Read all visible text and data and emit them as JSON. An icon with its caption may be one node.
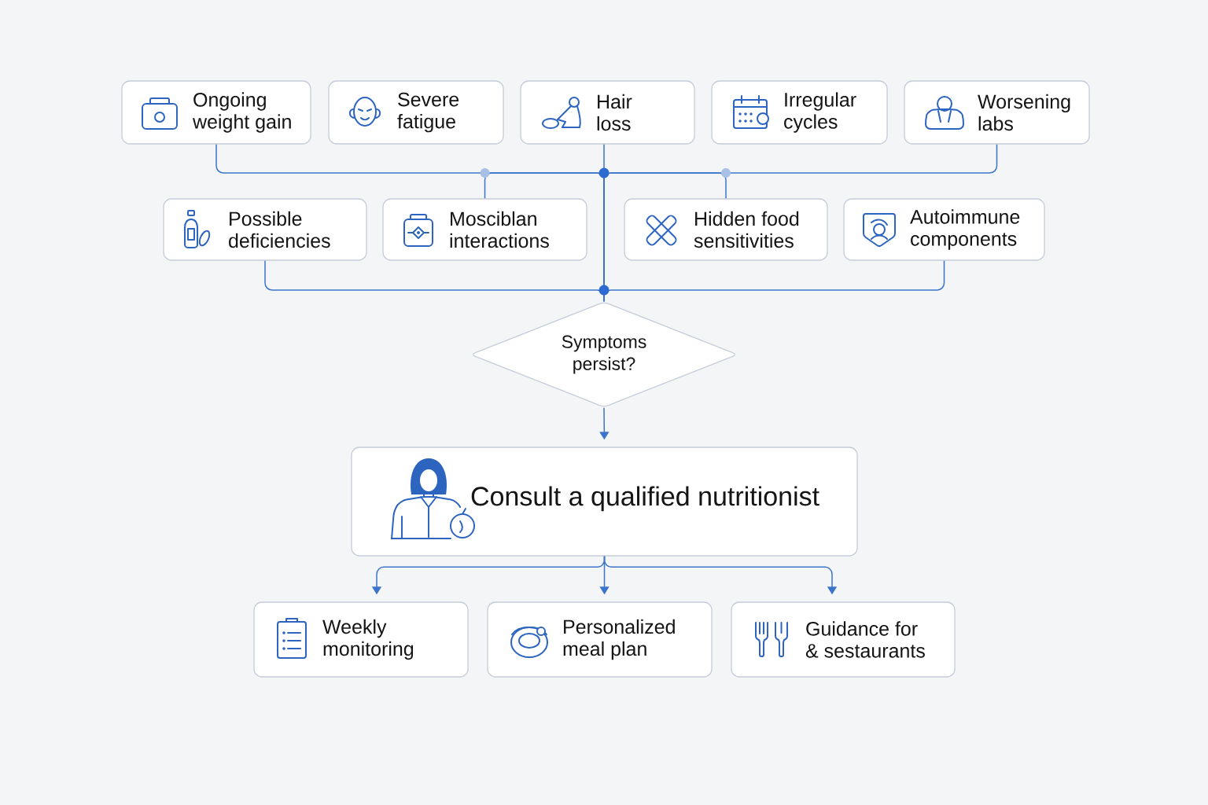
{
  "diagram": {
    "nodes": [
      {
        "text": [
          "Ongoing weight gain"
        ]
      },
      {
        "text": [
          "Severe fatigue"
        ]
      },
      {
        "text": [
          "Hair loss"
        ]
      },
      {
        "text": [
          "Irregular cycles"
        ]
      },
      {
        "text": [
          "Worsening labs"
        ]
      },
      {
        "text": [
          "Possible deficiencies"
        ]
      },
      {
        "text": [
          "Mosciblan interactions"
        ]
      },
      {
        "text": [
          "Hidden food sensitivities"
        ]
      },
      {
        "text": [
          "Autoimmune components"
        ]
      },
      {
        "text": [
          "Symptoms persist?"
        ]
      },
      {
        "text": [
          "Consult a qualified nutritionist"
        ]
      },
      {
        "text": [
          "Weekly monitoring"
        ]
      },
      {
        "text": [
          "Personalized meal plan"
        ]
      },
      {
        "text": [
          "Guidance for & sestaurants"
        ]
      }
    ],
    "edges": [
      {
        "from": 0,
        "to": 9,
        "arrow": "none"
      },
      {
        "from": 2,
        "to": 9,
        "arrow": "none"
      },
      {
        "from": 4,
        "to": 9,
        "arrow": "none"
      },
      {
        "from": 5,
        "to": 9,
        "arrow": "none"
      },
      {
        "from": 6,
        "to": 9,
        "arrow": "none"
      },
      {
        "from": 7,
        "to": 9,
        "arrow": "none"
      },
      {
        "from": 8,
        "to": 9,
        "arrow": "none"
      },
      {
        "from": 9,
        "to": 10,
        "arrow": "to"
      },
      {
        "from": 10,
        "to": 11,
        "arrow": "to"
      },
      {
        "from": 10,
        "to": 12,
        "arrow": "to"
      },
      {
        "from": 10,
        "to": 13,
        "arrow": "to"
      }
    ]
  }
}
